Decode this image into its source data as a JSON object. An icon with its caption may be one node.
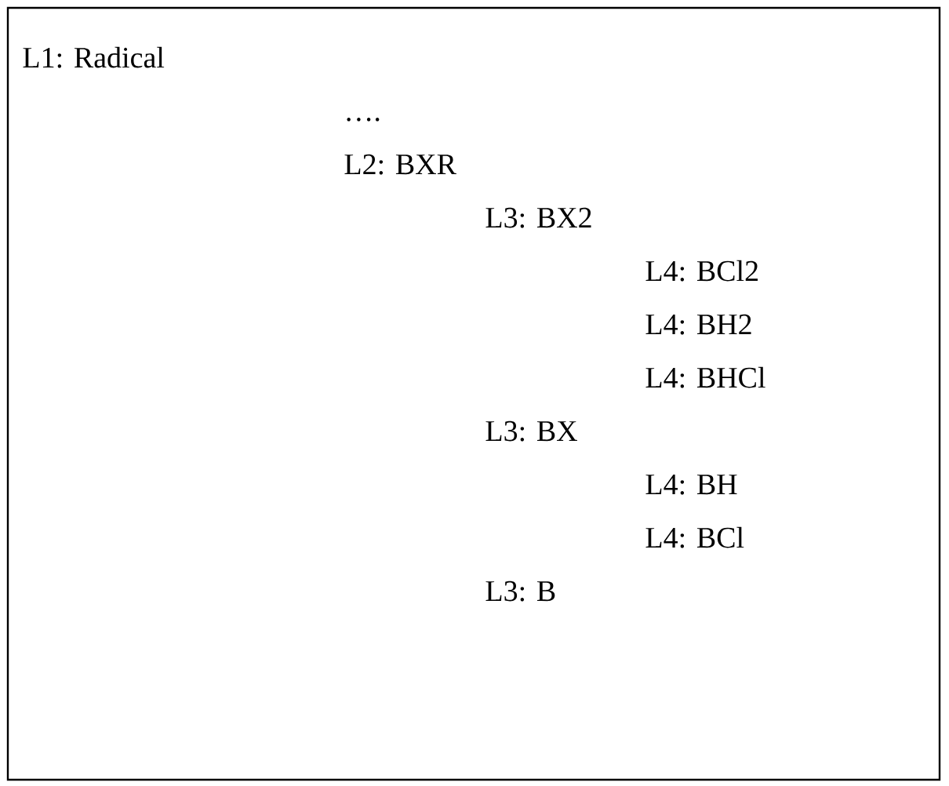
{
  "diagram": {
    "labels": [
      "L1: Radical",
      "….",
      "L2: BXR",
      "L3: BX2",
      "L4: BCl2",
      "L4: BH2",
      "L4: BHCl",
      "L3: BX",
      "L4: BH",
      "L4: BCl",
      "L3: B"
    ]
  }
}
